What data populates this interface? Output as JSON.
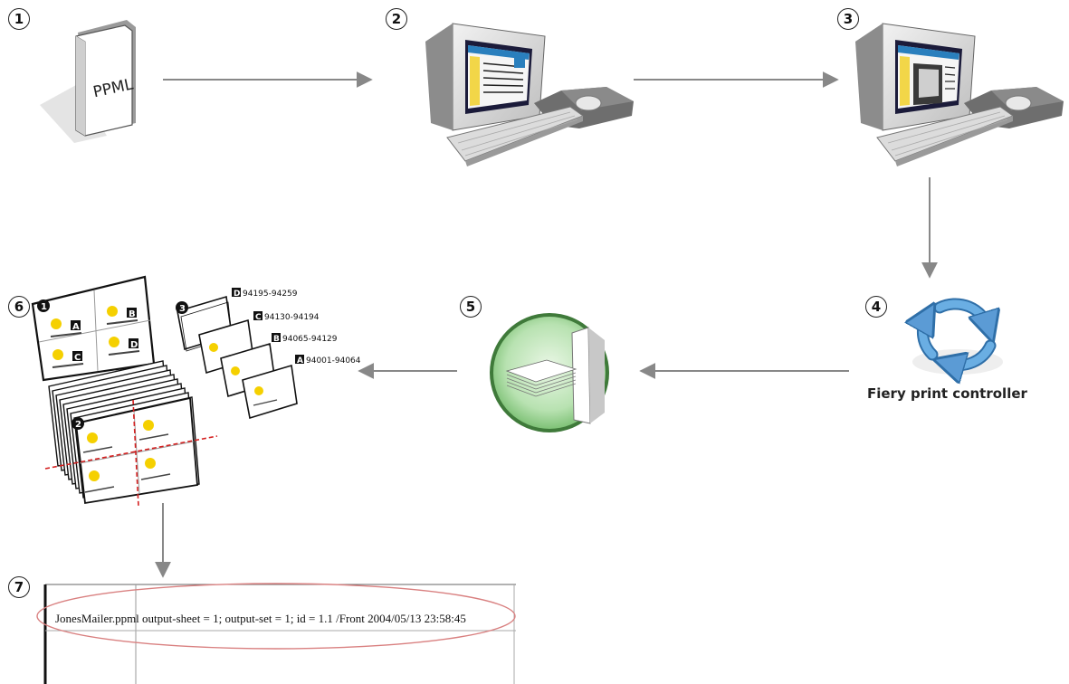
{
  "steps": {
    "s1": "1",
    "s2": "2",
    "s3": "3",
    "s4": "4",
    "s5": "5",
    "s6": "6",
    "s7": "7"
  },
  "document_label": "PPML",
  "controller_label": "Fiery print controller",
  "imposed_sheet": {
    "sheet_number": "1",
    "slots": [
      "A",
      "B",
      "C",
      "D"
    ]
  },
  "stack_number": "2",
  "sets_number": "3",
  "zip_sets": [
    {
      "letter": "D",
      "range": "94195-94259"
    },
    {
      "letter": "C",
      "range": "94130-94194"
    },
    {
      "letter": "B",
      "range": "94065-94129"
    },
    {
      "letter": "A",
      "range": "94001-94064"
    }
  ],
  "log_line": "JonesMailer.ppml   output-sheet = 1; output-set = 1; id = 1.1 /Front   2004/05/13 23:58:45",
  "colors": {
    "arrow": "#888888",
    "cycle_arrow": "#5b9bd5",
    "cut_line": "#d42020",
    "highlight_oval": "#d98080",
    "finisher_disc": "#9bd296"
  }
}
